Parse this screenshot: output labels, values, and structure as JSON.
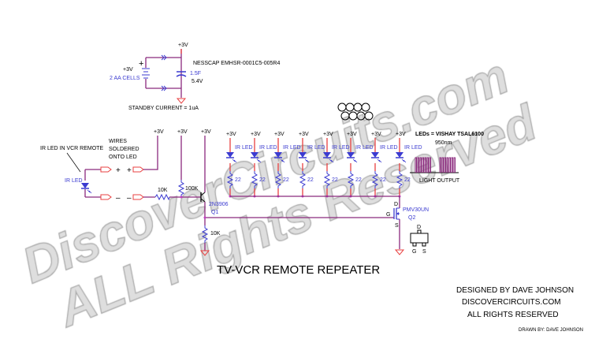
{
  "title": "TV-VCR REMOTE REPEATER",
  "watermark": {
    "line1": "DiscoverCircuits.com",
    "line2": "ALL Rights Reserved"
  },
  "supply": {
    "vcc": "+3V",
    "battery_label": "2 AA CELLS",
    "cap_part": "NESSCAP EMHSR-0001C5-005R4",
    "cap_value": "1.5F",
    "cap_voltage": "5.4V",
    "standby": "STANDBY CURRENT = 1uA"
  },
  "input": {
    "remote_label": "IR LED IN VCR REMOTE",
    "wires_label": [
      "WIRES",
      "SOLDERED",
      "ONTO LED"
    ],
    "led_label": "IR LED",
    "plus": "+",
    "minus": "–"
  },
  "q1": {
    "part": "2N3906",
    "ref": "Q1",
    "r_base": "10K",
    "r_pullup": "100K",
    "r_collector": "10K"
  },
  "q2": {
    "part": "PMV30UN",
    "ref": "Q2",
    "d": "D",
    "g": "G",
    "s": "S"
  },
  "leds": {
    "count": 8,
    "label": "IR LED",
    "resistor": "22",
    "spec": "LEDs = VISHAY TSAL6100",
    "wavelength": "950nm"
  },
  "light_output": "LIGHT OUTPUT",
  "footer": {
    "designed": "DESIGNED BY DAVE JOHNSON",
    "site": "DISCOVERCIRCUITS.COM",
    "rights": "ALL RIGHTS RESERVED",
    "drawn": "DRAWN BY: DAVE JOHNSON"
  },
  "colors": {
    "wire": "#8b2a7e",
    "pin": "#e84040",
    "component": "#3b3bd0"
  }
}
